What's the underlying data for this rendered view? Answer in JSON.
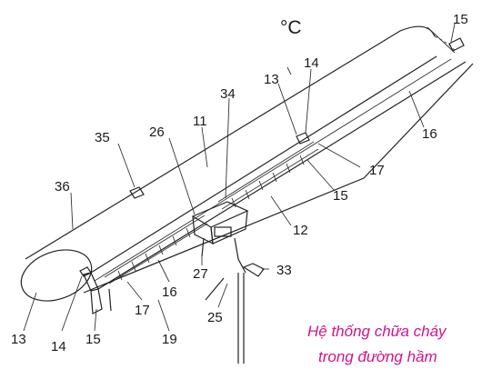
{
  "unit_label": "°C",
  "labels": {
    "l15_top": "15",
    "l16_right": "16",
    "l13_top": "13",
    "l14_top": "14",
    "l34": "34",
    "l11": "11",
    "l35": "35",
    "l26": "26",
    "l17_right": "17",
    "l36": "36",
    "l15_mid": "15",
    "l12": "12",
    "l33": "33",
    "l27": "27",
    "l16_bottom": "16",
    "l25": "25",
    "l17_bottom": "17",
    "l13_bottom": "13",
    "l14_bottom": "14",
    "l15_bottom": "15",
    "l19": "19"
  },
  "caption": {
    "line1": "Hệ thống chữa cháy",
    "line2": "trong đường hầm",
    "color": "#d0148c"
  }
}
